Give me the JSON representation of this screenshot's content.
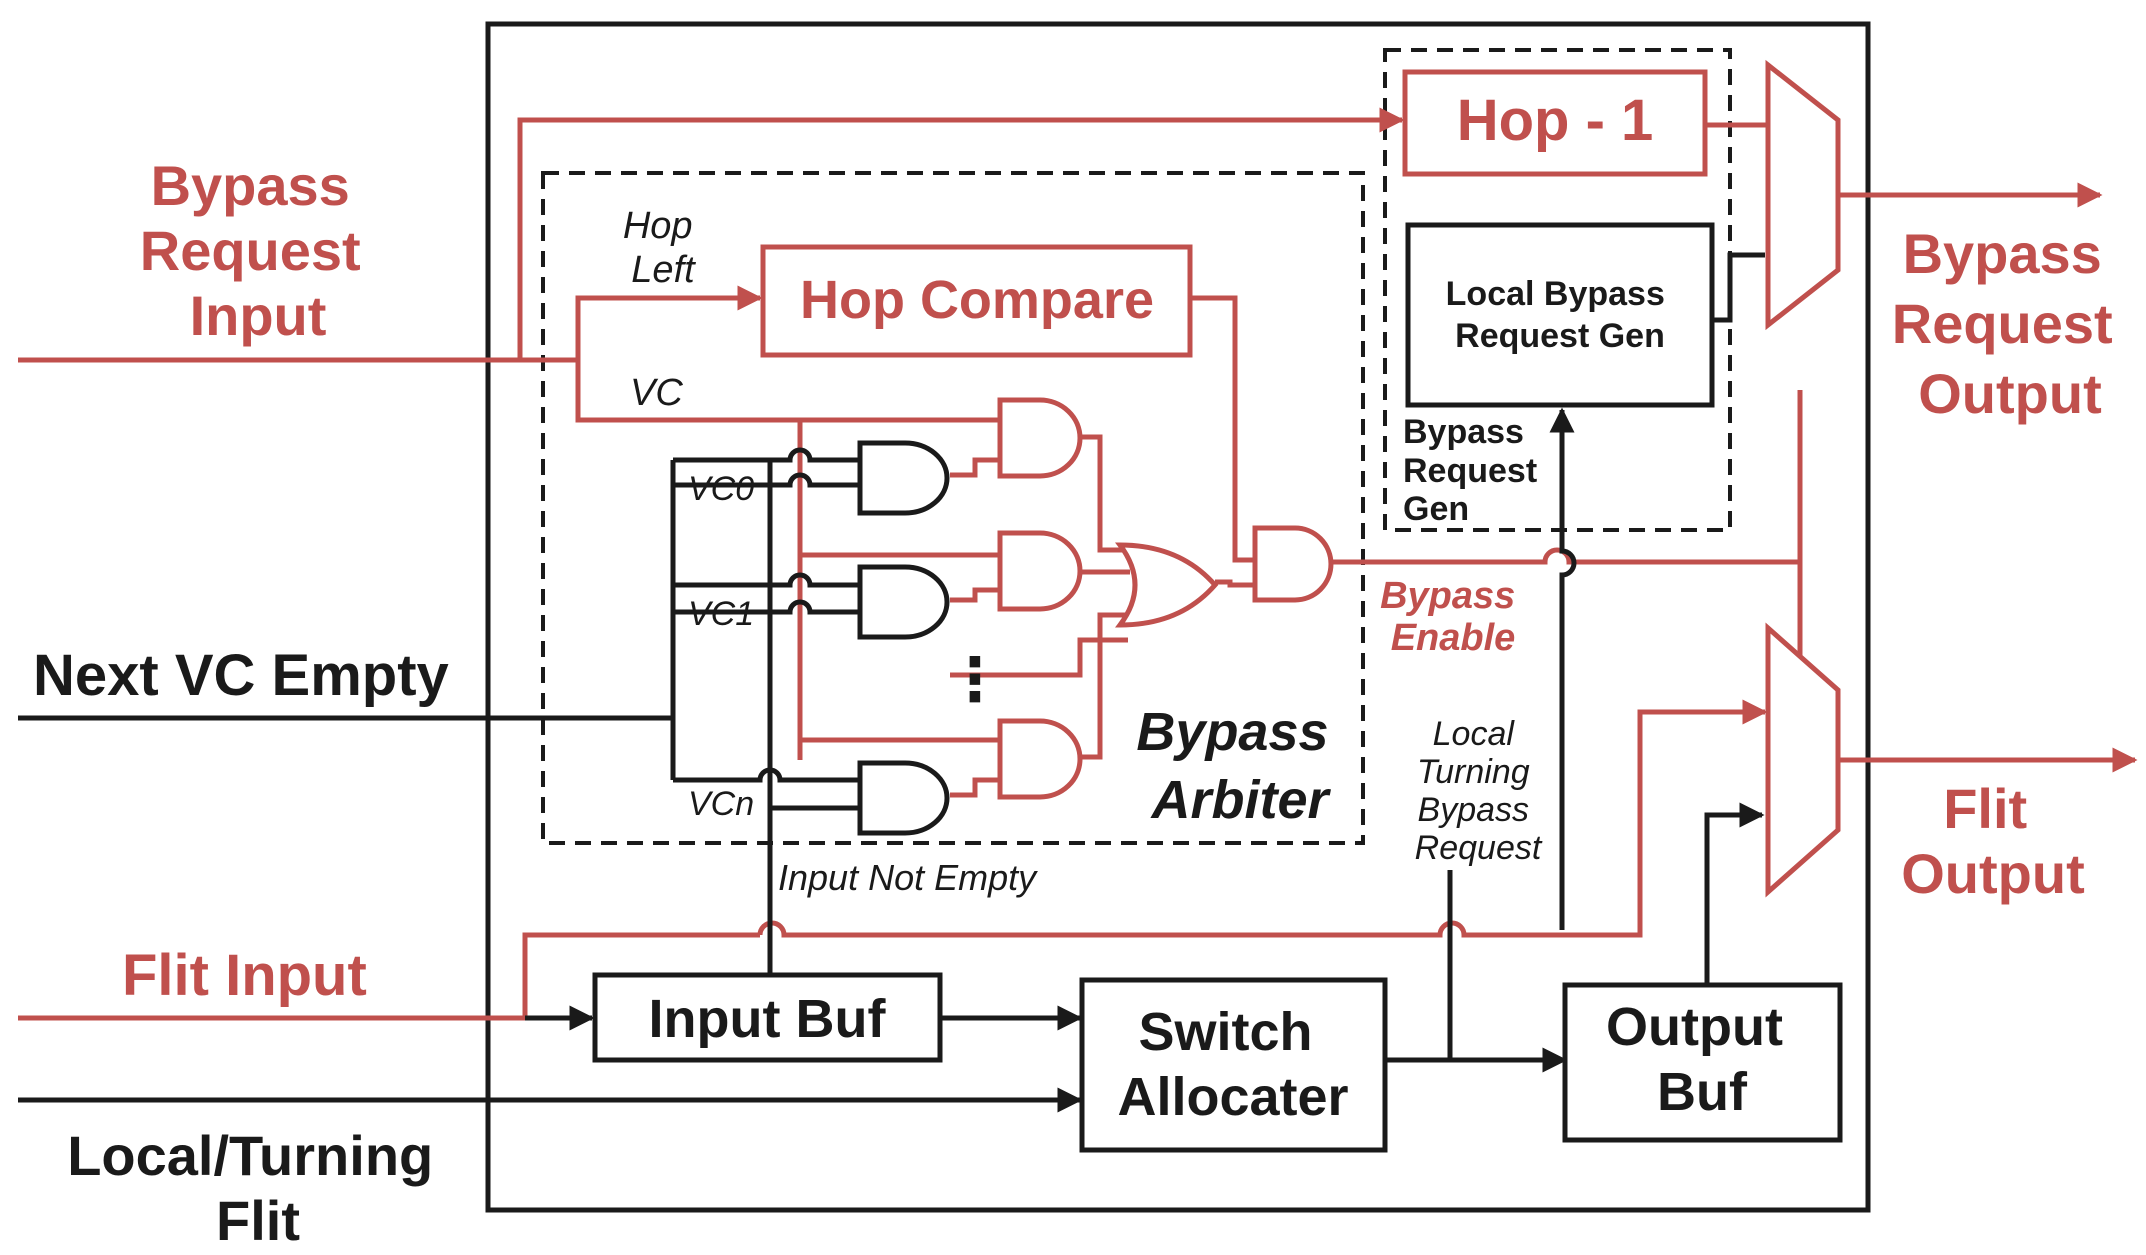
{
  "colors": {
    "red": "#c0504d",
    "black": "#1a1a1a",
    "background": "#ffffff"
  },
  "inputs": {
    "bypass_request": [
      "Bypass",
      "Request",
      "Input"
    ],
    "next_vc_empty": "Next VC Empty",
    "flit_input": "Flit Input",
    "local_turning_flit": [
      "Local/Turning",
      "Flit"
    ]
  },
  "outputs": {
    "bypass_request": [
      "Bypass",
      "Request",
      "Output"
    ],
    "flit": [
      "Flit",
      "Output"
    ]
  },
  "blocks": {
    "hop_minus_one": "Hop - 1",
    "hop_compare": "Hop Compare",
    "local_bypass_request_gen": [
      "Local Bypass",
      "Request Gen"
    ],
    "bypass_request_gen": [
      "Bypass",
      "Request",
      "Gen"
    ],
    "bypass_arbiter": [
      "Bypass",
      "Arbiter"
    ],
    "input_buf": "Input Buf",
    "switch_allocater": [
      "Switch",
      "Allocater"
    ],
    "output_buf": [
      "Output",
      "Buf"
    ]
  },
  "signals": {
    "hop_left": [
      "Hop",
      "Left"
    ],
    "vc": "VC",
    "vc0": "VC0",
    "vc1": "VC1",
    "vcn": "VCn",
    "ellipsis": "⋮",
    "bypass_enable": [
      "Bypass",
      "Enable"
    ],
    "input_not_empty": "Input Not Empty",
    "local_turning_bypass_request": [
      "Local",
      "Turning",
      "Bypass",
      "Request"
    ]
  }
}
